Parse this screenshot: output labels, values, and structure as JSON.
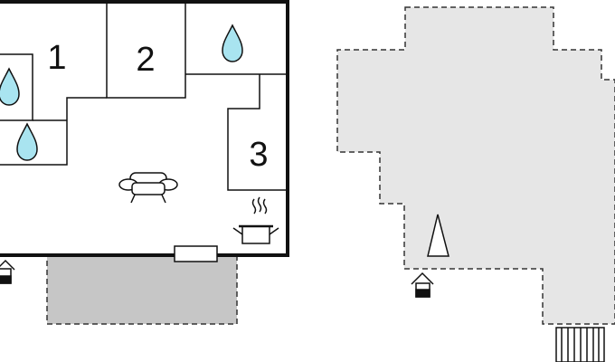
{
  "floorplan": {
    "rooms": [
      {
        "id": "room-1",
        "label": "1"
      },
      {
        "id": "room-2",
        "label": "2"
      },
      {
        "id": "room-3",
        "label": "3"
      }
    ],
    "icons": [
      "water-drop-icon",
      "sofa-icon",
      "cooking-pot-icon",
      "entrance-icon",
      "tree-icon",
      "stairs-icon"
    ],
    "colors": {
      "wall": "#111111",
      "terrace_fill": "#c6c6c6",
      "garden_fill": "#e6e6e6",
      "water_drop": "#a9e4f0"
    }
  }
}
